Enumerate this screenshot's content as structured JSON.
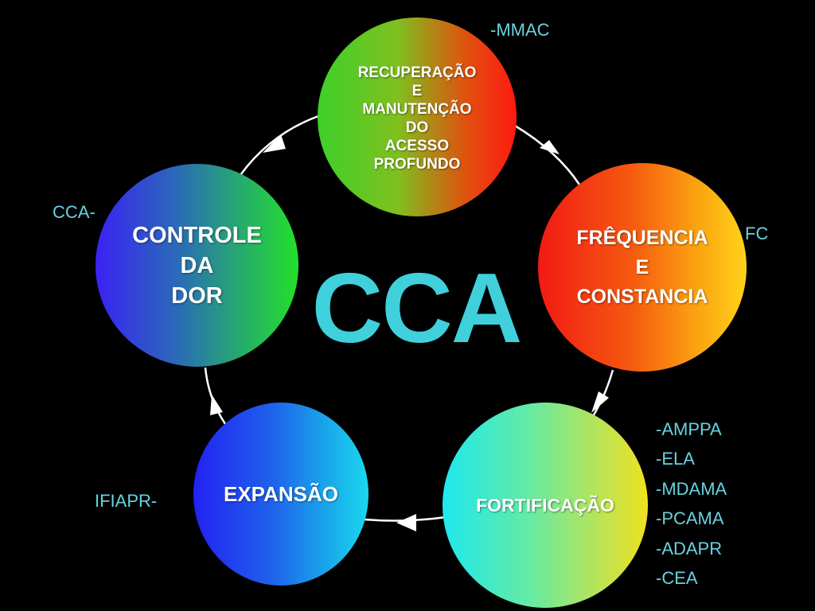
{
  "diagram": {
    "center_label": "CCA",
    "colors": {
      "background": "#000000",
      "center_text": "#3fd0dc",
      "note_text": "#67d2df",
      "node_text": "#ffffff",
      "connector": "#ffffff"
    },
    "nodes": {
      "recuperacao": {
        "label": "RECUPERAÇÃO\nE\nMANUTENÇÃO\nDO\nACESSO\nPROFUNDO",
        "gradient": [
          "#3ed02a",
          "#ff1a10"
        ]
      },
      "frequencia": {
        "label": "FRÊQUENCIA\nE\nCONSTANCIA",
        "gradient": [
          "#f21a14",
          "#ffd21a"
        ]
      },
      "fortificacao": {
        "label": "FORTIFICAÇÃO",
        "gradient": [
          "#1ee8ee",
          "#f0e11e"
        ]
      },
      "expansao": {
        "label": "EXPANSÃO",
        "gradient": [
          "#2222f2",
          "#1ad8ee"
        ]
      },
      "controle": {
        "label": "CONTROLE\nDA\nDOR",
        "gradient": [
          "#3a22f4",
          "#24e02a"
        ]
      }
    },
    "notes": {
      "mmac": "-MMAC",
      "fc": "FC",
      "cca": "CCA-",
      "ifiapr": "IFIAPR-",
      "fortificacao_list": [
        "-AMPPA",
        "-ELA",
        "-MDAMA",
        "-PCAMA",
        "-ADAPR",
        "-CEA"
      ]
    },
    "cycle_order": [
      "recuperacao",
      "frequencia",
      "fortificacao",
      "expansao",
      "controle"
    ],
    "arrow_icon": "triangle-arrow-icon"
  }
}
